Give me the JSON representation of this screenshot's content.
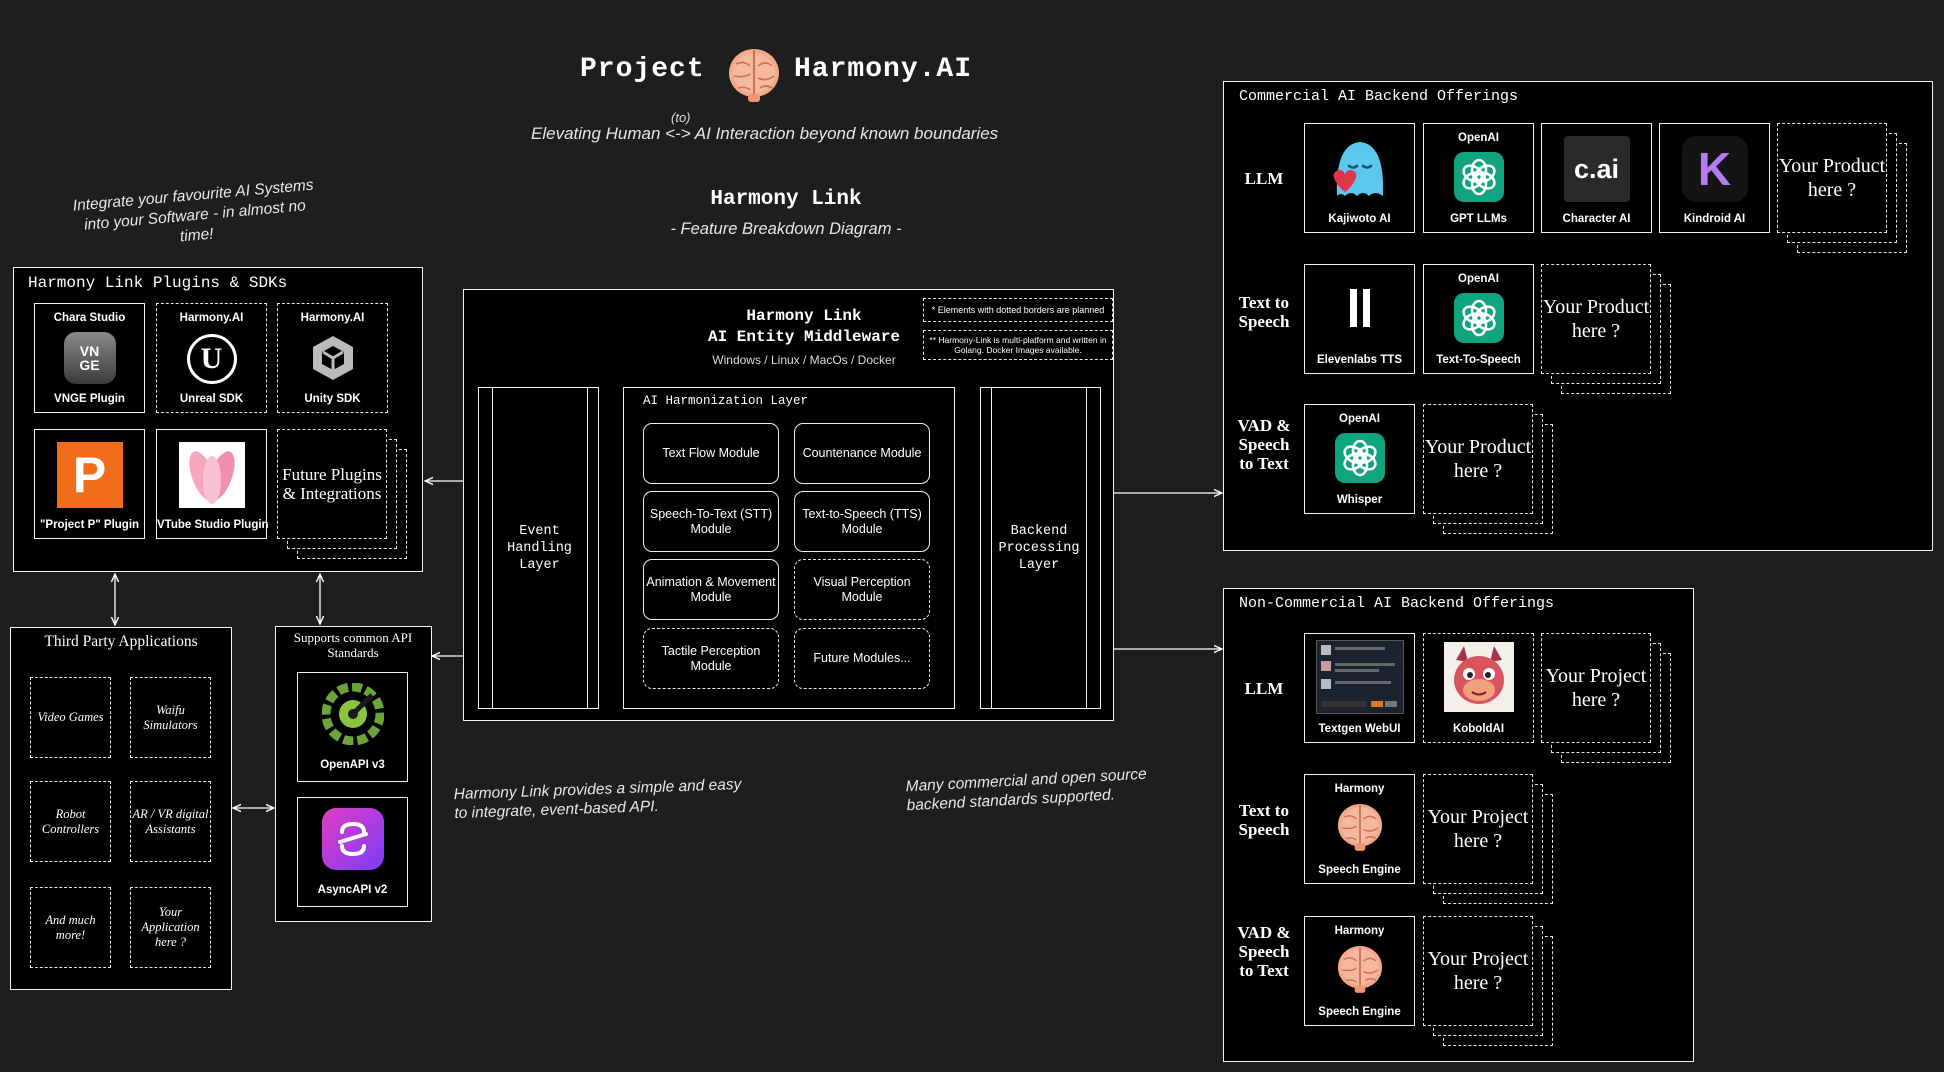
{
  "header": {
    "title_left": "Project",
    "title_right": "Harmony.AI",
    "to_small": "(to)",
    "tagline": "Elevating Human <-> AI Interaction beyond known boundaries",
    "link_title": "Harmony Link",
    "link_subtitle": "- Feature Breakdown Diagram -"
  },
  "notes": {
    "integrate": "Integrate your favourite AI Systems into your Software - in almost no time!",
    "api": "Harmony Link provides a simple and easy to integrate, event-based API.",
    "backends": "Many commercial and open source backend standards supported."
  },
  "plugins": {
    "title": "Harmony Link Plugins & SDKs",
    "items": [
      {
        "top": "Chara Studio",
        "label": "VNGE Plugin",
        "icon": "vnge-icon"
      },
      {
        "top": "Harmony.AI",
        "label": "Unreal SDK",
        "icon": "unreal-icon"
      },
      {
        "top": "Harmony.AI",
        "label": "Unity SDK",
        "icon": "unity-icon"
      },
      {
        "top": "",
        "label": "\"Project P\" Plugin",
        "icon": "project-p-icon"
      },
      {
        "top": "",
        "label": "VTube Studio Plugin",
        "icon": "vtube-studio-icon"
      }
    ],
    "future": "Future Plugins & Integrations"
  },
  "third_party": {
    "title": "Third Party Applications",
    "items": [
      "Video Games",
      "Waifu Simulators",
      "Robot Controllers",
      "AR / VR digital Assistants",
      "And much more!",
      "Your Application here ?"
    ]
  },
  "api": {
    "title": "Supports common API Standards",
    "items": [
      {
        "label": "OpenAPI v3",
        "icon": "openapi-icon"
      },
      {
        "label": "AsyncAPI v2",
        "icon": "asyncapi-icon"
      }
    ]
  },
  "middleware": {
    "title1": "Harmony Link",
    "title2": "AI Entity Middleware",
    "platforms": "Windows / Linux / MacOs / Docker",
    "note1": "* Elements with dotted borders are planned",
    "note2": "** Harmony-Link is multi-platform and written in Golang. Docker Images available.",
    "event_layer": "Event Handling Layer",
    "backend_layer": "Backend Processing Layer",
    "harmonization_title": "AI Harmonization Layer",
    "modules": [
      {
        "label": "Text Flow Module",
        "planned": false
      },
      {
        "label": "Countenance Module",
        "planned": false
      },
      {
        "label": "Speech-To-Text (STT) Module",
        "planned": false
      },
      {
        "label": "Text-to-Speech (TTS) Module",
        "planned": false
      },
      {
        "label": "Animation & Movement Module",
        "planned": false
      },
      {
        "label": "Visual Perception Module",
        "planned": true
      },
      {
        "label": "Tactile Perception Module",
        "planned": true
      },
      {
        "label": "Future Modules...",
        "planned": true
      }
    ]
  },
  "commercial": {
    "title": "Commercial AI Backend Offerings",
    "rows": [
      {
        "label": "LLM",
        "items": [
          {
            "top": "",
            "label": "Kajiwoto AI",
            "icon": "kajiwoto-icon"
          },
          {
            "top": "OpenAI",
            "label": "GPT LLMs",
            "icon": "openai-icon"
          },
          {
            "top": "",
            "label": "Character AI",
            "icon": "character-ai-icon",
            "icon_text": "c.ai"
          },
          {
            "top": "",
            "label": "Kindroid AI",
            "icon": "kindroid-icon",
            "icon_text": "K"
          }
        ],
        "placeholder": "Your Product here ?"
      },
      {
        "label": "Text to Speech",
        "items": [
          {
            "top": "",
            "label": "Elevenlabs TTS",
            "icon": "elevenlabs-icon"
          },
          {
            "top": "OpenAI",
            "label": "Text-To-Speech",
            "icon": "openai-icon"
          }
        ],
        "placeholder": "Your Product here ?"
      },
      {
        "label": "VAD & Speech to Text",
        "items": [
          {
            "top": "OpenAI",
            "label": "Whisper",
            "icon": "openai-icon"
          }
        ],
        "placeholder": "Your Product here ?"
      }
    ]
  },
  "noncommercial": {
    "title": "Non-Commercial AI Backend Offerings",
    "rows": [
      {
        "label": "LLM",
        "items": [
          {
            "top": "",
            "label": "Textgen WebUI",
            "icon": "textgen-webui-icon"
          },
          {
            "top": "",
            "label": "KoboldAI",
            "icon": "koboldai-icon"
          }
        ],
        "placeholder": "Your Project here ?"
      },
      {
        "label": "Text to Speech",
        "items": [
          {
            "top": "Harmony",
            "label": "Speech Engine",
            "icon": "brain-icon"
          }
        ],
        "placeholder": "Your Project here ?"
      },
      {
        "label": "VAD & Speech to Text",
        "items": [
          {
            "top": "Harmony",
            "label": "Speech Engine",
            "icon": "brain-icon"
          }
        ],
        "placeholder": "Your Project here ?"
      }
    ]
  },
  "colors": {
    "background": "#1e1e1e",
    "openai_green": "#10a37f",
    "projectp_orange": "#f26d1b",
    "asyncapi_purple": "#8a3ffc",
    "kindroid_purple": "#9b5cf6",
    "kajiwoto_blue": "#5cc8f0"
  }
}
